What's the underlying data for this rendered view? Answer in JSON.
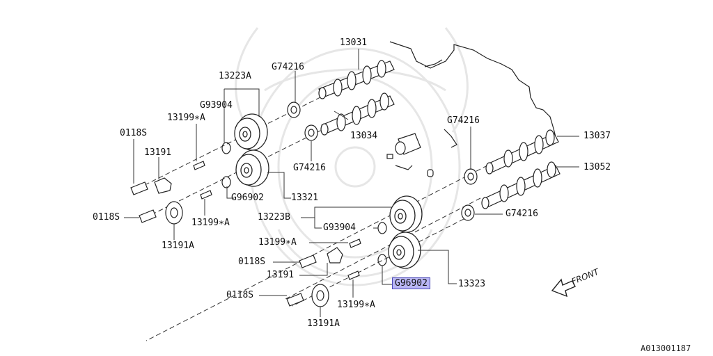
{
  "diagram": {
    "reference_code": "A013001187",
    "direction_label": "FRONT",
    "highlight_color": "#b9b6f4",
    "callouts": [
      {
        "id": "13031",
        "text": "13031"
      },
      {
        "id": "G74216_top",
        "text": "G74216"
      },
      {
        "id": "13223A",
        "text": "13223A"
      },
      {
        "id": "G93904_top",
        "text": "G93904"
      },
      {
        "id": "13199A_1",
        "text": "13199∗A"
      },
      {
        "id": "0118S_1",
        "text": "0118S"
      },
      {
        "id": "13191_1",
        "text": "13191"
      },
      {
        "id": "13034",
        "text": "13034"
      },
      {
        "id": "G74216_mid",
        "text": "G74216"
      },
      {
        "id": "G96902_top",
        "text": "G96902"
      },
      {
        "id": "13321",
        "text": "13321"
      },
      {
        "id": "0118S_2",
        "text": "0118S"
      },
      {
        "id": "13199A_2",
        "text": "13199∗A"
      },
      {
        "id": "13191A_1",
        "text": "13191A"
      },
      {
        "id": "G74216_right",
        "text": "G74216"
      },
      {
        "id": "13037",
        "text": "13037"
      },
      {
        "id": "13052",
        "text": "13052"
      },
      {
        "id": "G74216_low",
        "text": "G74216"
      },
      {
        "id": "13223B",
        "text": "13223B"
      },
      {
        "id": "G93904_low",
        "text": "G93904"
      },
      {
        "id": "13199A_3",
        "text": "13199∗A"
      },
      {
        "id": "0118S_3",
        "text": "0118S"
      },
      {
        "id": "13191_2",
        "text": "13191"
      },
      {
        "id": "G96902_low",
        "text": "G96902"
      },
      {
        "id": "13323",
        "text": "13323"
      },
      {
        "id": "0118S_4",
        "text": "0118S"
      },
      {
        "id": "13199A_4",
        "text": "13199∗A"
      },
      {
        "id": "13191A_2",
        "text": "13191A"
      }
    ]
  }
}
